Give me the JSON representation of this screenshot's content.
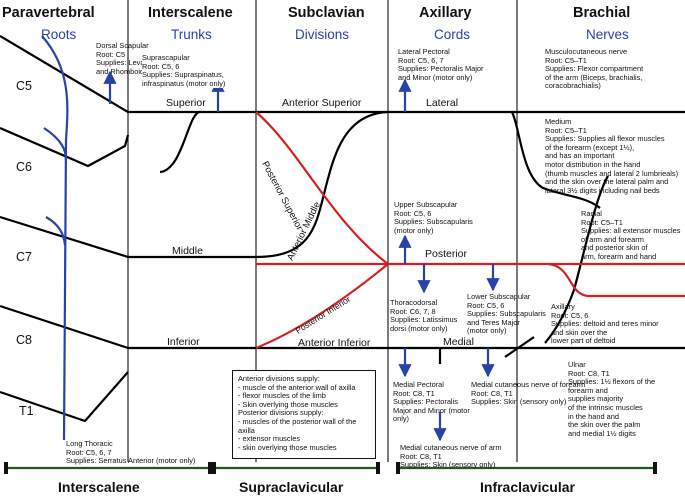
{
  "headers": {
    "paravertebral": "Paravertebral",
    "interscalene": "Interscalene",
    "subclavian": "Subclavian",
    "axillary": "Axillary",
    "brachial": "Brachial"
  },
  "subheaders": {
    "roots": "Roots",
    "trunks": "Trunks",
    "divisions": "Divisions",
    "cords": "Cords",
    "nerves": "Nerves"
  },
  "roots": [
    "C5",
    "C6",
    "C7",
    "C8",
    "T1"
  ],
  "trunks": {
    "superior": "Superior",
    "middle": "Middle",
    "inferior": "Inferior"
  },
  "divisions": {
    "anterior_superior": "Anterior Superior",
    "anterior_inferior": "Anterior Inferior",
    "posterior_superior": "Posterior Superior",
    "anterior_middle": "Anterior Middle",
    "posterior_inferior": "Posterior Inferior"
  },
  "cords": {
    "lateral": "Lateral",
    "posterior": "Posterior",
    "medial": "Medial"
  },
  "notes": {
    "dorsal_scapular": [
      "Dorsal Scapular",
      "Root: C5",
      "Supplies: Levator Scapulae",
      "and Rhomboids (motor only)"
    ],
    "suprascapular": [
      "Suprascapular",
      "Root: C5, 6",
      "Supplies: Supraspinatus,",
      "infraspinatus (motor only)"
    ],
    "long_thoracic": [
      "Long Thoracic",
      "Root: C5, 6, 7",
      "Supplies: Serratus Anterior (motor only)"
    ],
    "lateral_pectoral": [
      "Lateral Pectoral",
      "Root: C5, 6, 7",
      "Supplies: Pectoralis Major",
      "and Minor (motor only)"
    ],
    "upper_subscapular": [
      "Upper Subscapular",
      "Root: C5, 6",
      "Supplies: Subscapularis",
      "(motor only)"
    ],
    "thoracodorsal": [
      "Thoracodorsal",
      "Root: C6, 7, 8",
      "Supplies: Latissimus",
      "dorsi (motor only)"
    ],
    "lower_subscapular": [
      "Lower Subscapular",
      "Root: C5, 6",
      "Supplies: Subscapularis",
      "and Teres Major",
      "(motor only)"
    ],
    "medial_pectoral": [
      "Medial Pectoral",
      "Root: C8, T1",
      "Supplies: Pectoralis",
      "Major and Minor (motor only)"
    ],
    "medial_cut_forearm": [
      "Medial cutaneous nerve of forearm",
      "Root: C8, T1",
      "Supplies: Skin (sensory only)"
    ],
    "medial_cut_arm": [
      "Medial cutaneous nerve of arm",
      "Root: C8, T1",
      "Supplies: Skin (sensory only)"
    ],
    "musculocutaneous": [
      "Musculocutaneous nerve",
      "Root: C5–T1",
      "Supplies: Flexor compartment",
      "of the arm (Biceps, brachialis,",
      "coracobrachialis)"
    ],
    "median": [
      "Medium",
      "Root: C5–T1",
      "Supplies: Supplies all flexor muscles",
      "of the forearm (except 1½),",
      "and has an important",
      "motor distribution in the hand",
      "(thumb muscles and lateral 2 lumbrieals)",
      "and the skin over the lateral palm and",
      "lateral 3½ digits including nail beds"
    ],
    "radial": [
      "Radial",
      "Root: C5–T1",
      "Supplies: all extensor muscles",
      "of arm and forearm",
      "and posterior skin of",
      "arm, forearm and hand"
    ],
    "axillary": [
      "Axillary",
      "Root: C5, 6",
      "Supplies: deltoid and teres minor",
      "and skin over the",
      "lower part of deltoid"
    ],
    "ulnar": [
      "Ulnar",
      "Root: C8, T1",
      "Supplies: 1½ flexors of the",
      "forearm and",
      "supplies majority",
      "of the intrinsic muscles",
      "in the hand and",
      "the skin over the palm",
      "and medial 1½ digits"
    ]
  },
  "legend_box": [
    "Anterior divisions supply:",
    "- muscle of the anterior wall of axilla",
    "- flexor muscles of the limb",
    "- Skin overlying those muscles",
    "Posterior divisions supply:",
    "- muscles of the posterior wall of the axilla",
    "- extensor muscles",
    "- skin overlying those muscles"
  ],
  "regions": {
    "interscalene": "Interscalene",
    "supraclavicular": "Supraclavicular",
    "infraclavicular": "Infraclavicular"
  },
  "colors": {
    "nerve": "#000000",
    "posterior": "#d42020",
    "arrow": "#2743a8",
    "region_bar": "#1f5a1f"
  }
}
